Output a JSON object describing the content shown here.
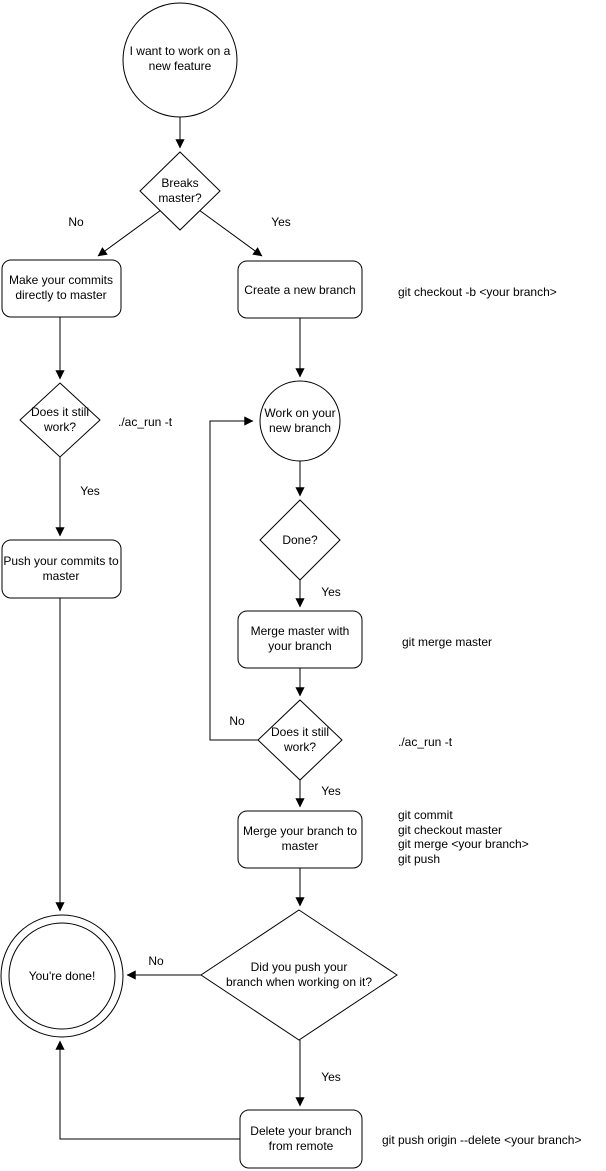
{
  "diagram": {
    "type": "flowchart",
    "topic": "git branching workflow decision flow",
    "colors": {
      "stroke": "#000000",
      "background": "#ffffff",
      "text": "#000000"
    },
    "nodes": {
      "start": {
        "shape": "circle",
        "label": "I want to work on a\nnew feature"
      },
      "breaks_master": {
        "shape": "diamond",
        "label": "Breaks\nmaster?"
      },
      "make_commits": {
        "shape": "rounded-rect",
        "label": "Make your commits\ndirectly to master"
      },
      "create_branch": {
        "shape": "rounded-rect",
        "label": "Create a new branch"
      },
      "still_work_left": {
        "shape": "diamond",
        "label": "Does it still\nwork?"
      },
      "push_commits": {
        "shape": "rounded-rect",
        "label": "Push your commits to\nmaster"
      },
      "work_on_branch": {
        "shape": "circle",
        "label": "Work on your\nnew branch"
      },
      "done_q": {
        "shape": "diamond",
        "label": "Done?"
      },
      "merge_master": {
        "shape": "rounded-rect",
        "label": "Merge master with\nyour branch"
      },
      "still_work_right": {
        "shape": "diamond",
        "label": "Does it still\nwork?"
      },
      "merge_branch": {
        "shape": "rounded-rect",
        "label": "Merge your branch to\nmaster"
      },
      "did_you_push": {
        "shape": "diamond",
        "label": "Did you push your\nbranch when working on it?"
      },
      "youre_done": {
        "shape": "double-circle",
        "label": "You're done!"
      },
      "delete_branch": {
        "shape": "rounded-rect",
        "label": "Delete your branch\nfrom remote"
      }
    },
    "edge_labels": {
      "breaks_no": "No",
      "breaks_yes": "Yes",
      "still_left_yes": "Yes",
      "done_yes": "Yes",
      "still_right_no": "No",
      "still_right_yes": "Yes",
      "push_no": "No",
      "push_yes": "Yes"
    },
    "annotations": {
      "checkout": "git checkout -b <your branch>",
      "ac_run_left": "./ac_run -t",
      "merge_master_cmd": "git merge master",
      "ac_run_right": "./ac_run -t",
      "merge_block": "git commit\ngit checkout master\ngit merge <your branch>\ngit push",
      "delete_remote_cmd": "git push origin --delete <your branch>"
    }
  }
}
